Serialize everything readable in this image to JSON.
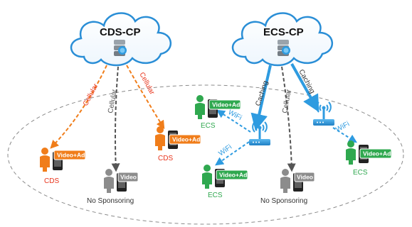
{
  "clouds": {
    "cds": {
      "title": "CDS-CP"
    },
    "ecs": {
      "title": "ECS-CP"
    }
  },
  "links": {
    "cds_left": "Cellular",
    "cds_mid": "Cellular",
    "cds_right": "Cellular",
    "ecs_caching_left": "Caching",
    "ecs_mid": "Cellular",
    "ecs_caching_right": "Caching",
    "wifi_1": "WiFi",
    "wifi_2": "WiFi",
    "wifi_3": "WiFi"
  },
  "nodes": {
    "cds_left": {
      "label": "CDS",
      "tag": "Video+Ads"
    },
    "cds_mid": {
      "label": "No Sponsoring",
      "tag": "Video"
    },
    "cds_right": {
      "label": "CDS",
      "tag": "Video+Ads"
    },
    "ecs_top": {
      "label": "ECS",
      "tag": "Video+Ads"
    },
    "ecs_bottom": {
      "label": "ECS",
      "tag": "Video+Ads"
    },
    "ecs_mid": {
      "label": "No Sponsoring",
      "tag": "Video"
    },
    "ecs_right": {
      "label": "ECS",
      "tag": "Video+Ads"
    }
  },
  "colors": {
    "cds": "#f07d1a",
    "cds_text": "#e8331b",
    "ecs": "#2fa84f",
    "wifi": "#2e9be0",
    "gray": "#8c8c8c",
    "cellular_gray": "#555555"
  }
}
